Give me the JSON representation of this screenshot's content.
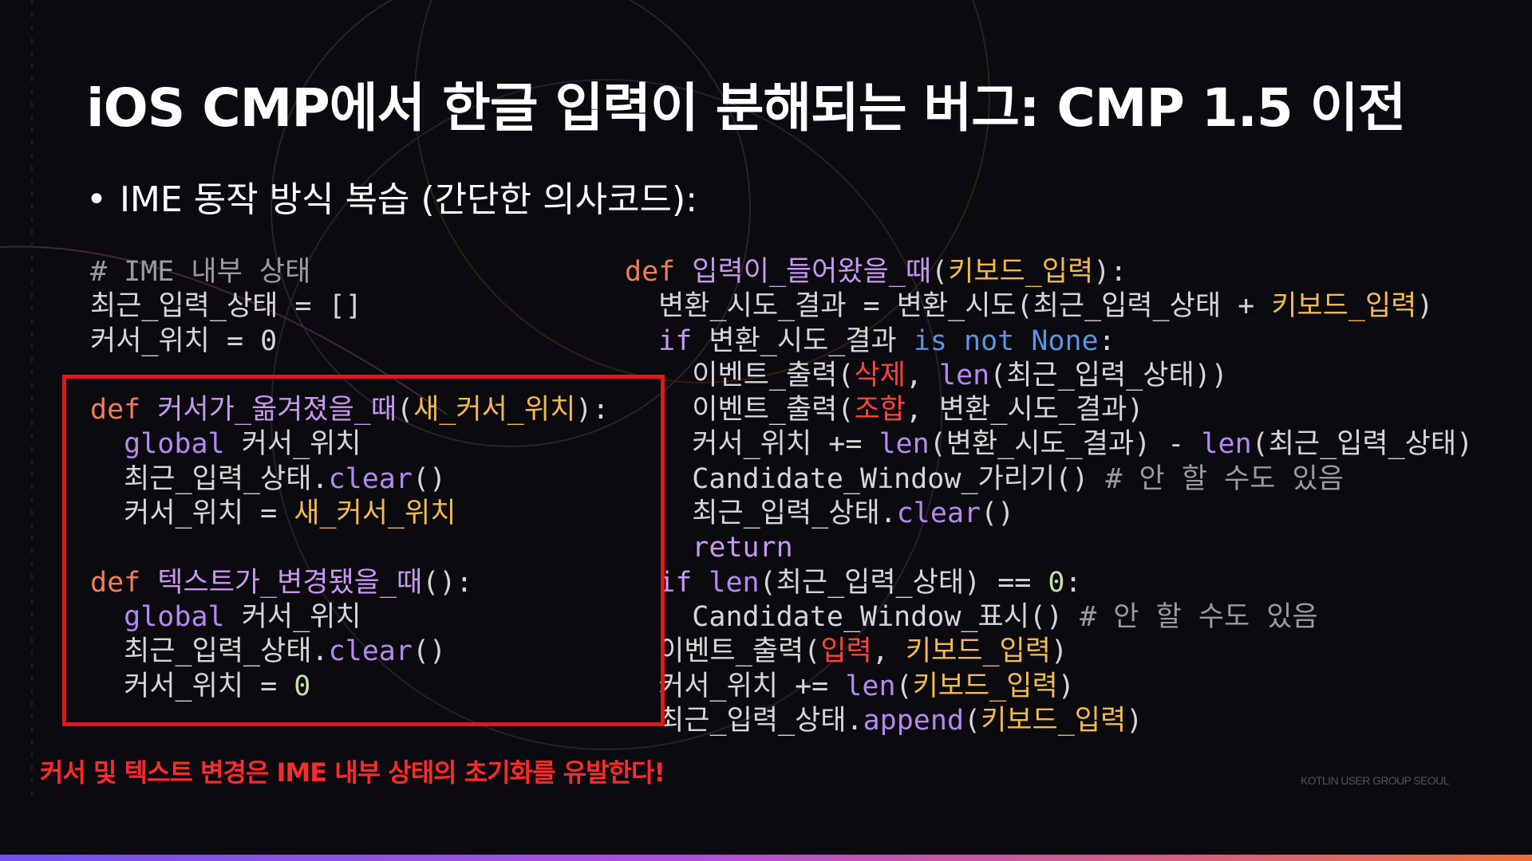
{
  "slide": {
    "title": "iOS CMP에서 한글 입력이 분해되는 버그: CMP 1.5 이전",
    "bullet": "IME 동작 방식 복습 (간단한 의사코드):",
    "warning": "커서 및 텍스트 변경은 IME 내부 상태의 초기화를 유발한다!",
    "footer_brand": "KOTLIN USER GROUP SEOUL"
  },
  "tokens": {
    "t_comment": "# IME 내부 상태",
    "t_recent_state": "최근_입력_상태",
    "t_assign_list": " = []",
    "t_cursor_pos": "커서_위치",
    "t_assign_zero": " = 0",
    "t_def": "def",
    "t_fn_cursor_moved": "커서가_옮겨졌을_때",
    "t_param_new_cursor": "새_커서_위치",
    "t_global": "global",
    "t_clear": "clear",
    "t_fn_text_changed": "텍스트가_변경됐을_때",
    "t_zero": "0",
    "t_fn_input_arrived": "입력이_들어왔을_때",
    "t_keyboard_input": "키보드_입력",
    "t_convert_result": "변환_시도_결과",
    "t_convert_fn": "변환_시도",
    "t_if": "if",
    "t_is_not": "is not",
    "t_none": "None",
    "t_emit_event": "이벤트_출력",
    "t_delete": "삭제",
    "t_compose": "조합",
    "t_input": "입력",
    "t_len": "len",
    "t_plus_eq": " += ",
    "t_hide_candidate": "Candidate_Window_가리기()",
    "t_show_candidate": "Candidate_Window_표시()",
    "t_maybe_skip": "# 안 할 수도 있음",
    "t_return": "return",
    "t_append": "append"
  },
  "colors": {
    "background": "#0b0a0f",
    "keyword": "#ef7e5c",
    "function_name": "#c898f0",
    "parameter": "#f2ba4f",
    "builtin": "#b589f2",
    "keyword_blue": "#5c95e2",
    "string_red": "#ff4438",
    "highlight_box": "#e3161d",
    "warning": "#ff2a2a"
  }
}
